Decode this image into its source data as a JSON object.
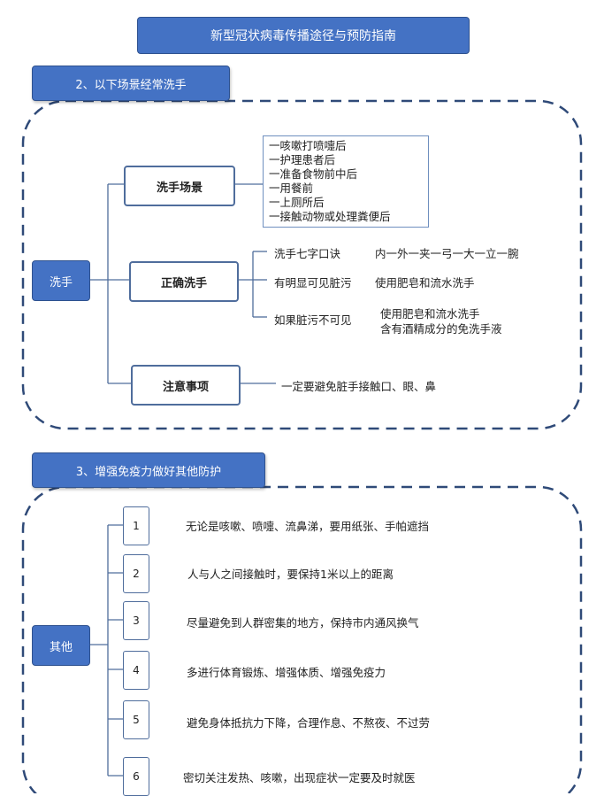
{
  "title": "新型冠状病毒传播途径与预防指南",
  "section2": {
    "header": "2、以下场景经常洗手",
    "root": "洗手",
    "scenes_label": "洗手场景",
    "scenes": [
      "一咳嗽打喷嚏后",
      "一护理患者后",
      "一准备食物前中后",
      "一用餐前",
      "一上厕所后",
      "一接触动物或处理粪便后"
    ],
    "correct_label": "正确洗手",
    "correct_items": [
      {
        "cond": "洗手七字口诀",
        "action": "内一外一夹一弓一大一立一腕"
      },
      {
        "cond": "有明显可见脏污",
        "action": "使用肥皂和流水洗手"
      },
      {
        "cond": "如果脏污不可见",
        "action_1": "使用肥皂和流水洗手",
        "action_2": "含有酒精成分的免洗手液"
      }
    ],
    "notes_label": "注意事项",
    "notes_text": "一定要避免脏手接触口、眼、鼻"
  },
  "section3": {
    "header": "3、增强免疫力做好其他防护",
    "root": "其他",
    "items": [
      {
        "num": "1",
        "text": "无论是咳嗽、喷嚏、流鼻涕，要用纸张、手帕遮挡"
      },
      {
        "num": "2",
        "text": "人与人之间接触时，要保持1米以上的距离"
      },
      {
        "num": "3",
        "text": "尽量避免到人群密集的地方，保持市内通风换气"
      },
      {
        "num": "4",
        "text": "多进行体育锻炼、增强体质、增强免疫力"
      },
      {
        "num": "5",
        "text": "避免身体抵抗力下降，合理作息、不熬夜、不过劳"
      },
      {
        "num": "6",
        "text": "密切关注发热、咳嗽，出现症状一定要及时就医"
      }
    ]
  },
  "colors": {
    "accent": "#4472c4",
    "line": "#4f6d9c",
    "dash": "#2f4a78"
  }
}
